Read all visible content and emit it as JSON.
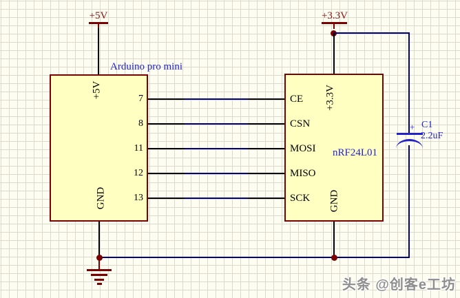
{
  "watermark": {
    "text": "头条 @创客e工坊"
  },
  "power": {
    "v5": {
      "label": "+5V"
    },
    "v33": {
      "label": "+3.3V"
    }
  },
  "arduino": {
    "title": "Arduino pro mini",
    "power_pin": "+5V",
    "ground_pin": "GND",
    "pin_numbers": [
      "7",
      "8",
      "11",
      "12",
      "13"
    ]
  },
  "nrf": {
    "title": "nRF24L01",
    "power_pin": "+3.3V",
    "ground_pin": "GND",
    "pin_names": [
      "CE",
      "CSN",
      "MOSI",
      "MISO",
      "SCK"
    ]
  },
  "capacitor": {
    "designator": "C1",
    "value": "2.2uF",
    "polarity": "+"
  },
  "colors": {
    "background": "#FDFDF1",
    "grid": "#DBD9CC",
    "component_fill": "#FFFFC2",
    "component_outline": "#7A0101",
    "wire_blue": "#00007D",
    "pin_black": "#000000",
    "power_red": "#8B1010",
    "blue_text": "#2222CC",
    "watermark_gray": "#8E8E8E"
  }
}
